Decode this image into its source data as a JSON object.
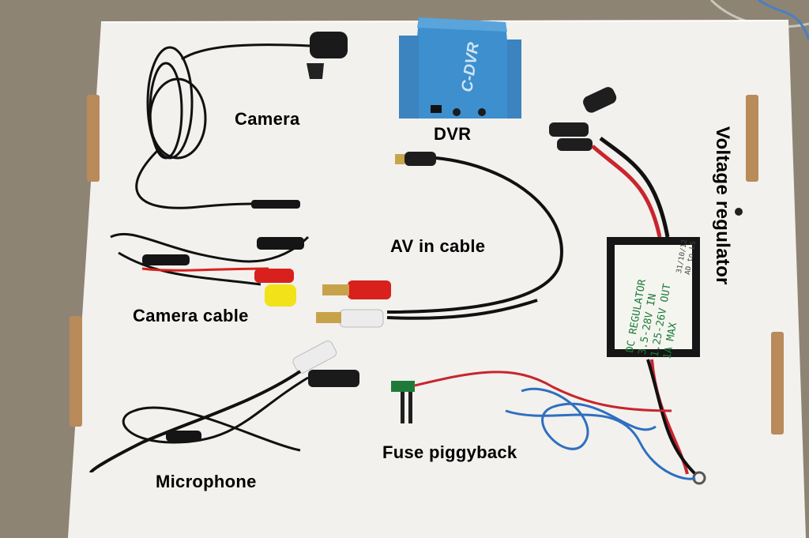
{
  "photo": {
    "background_color": "#8e8474",
    "board_color": "#f2f1ee"
  },
  "labels": {
    "camera": "Camera",
    "dvr": "DVR",
    "av_in_cable": "AV in cable",
    "voltage_regulator": "Voltage regulator",
    "camera_cable": "Camera cable",
    "microphone": "Microphone",
    "fuse_piggyback": "Fuse piggyback"
  },
  "dvr_device": {
    "brand_text": "C-DVR",
    "color": "#3d8fce"
  },
  "regulator_box": {
    "lines": [
      "DC REGULATOR",
      "3.5-28V IN",
      "1.25-26V OUT",
      "1A MAX"
    ],
    "side_note": [
      "31/10/12",
      "AD to LS"
    ]
  }
}
